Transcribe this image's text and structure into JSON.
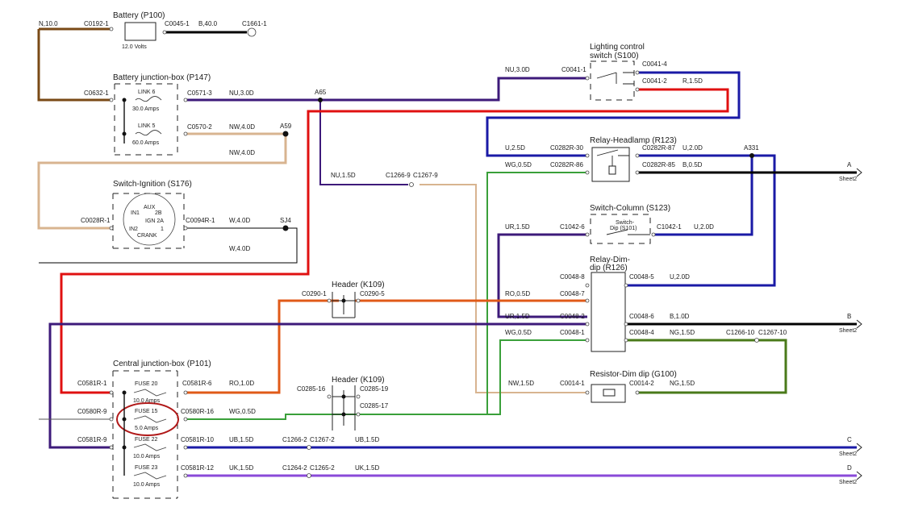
{
  "colors": {
    "brown": "#7a4a16",
    "navy": "#1a1aa6",
    "purple": "#3d1a7a",
    "red": "#e01010",
    "black": "#000000",
    "green": "#3aa03a",
    "darkgreen": "#4a7a1a",
    "orange": "#e05a18",
    "tan": "#d8b490",
    "lavender": "#8a4ad8",
    "grey": "#555555",
    "fuse_highlight": "#b01818"
  },
  "components": {
    "battery": {
      "title": "Battery (P100)",
      "volts": "12.0 Volts"
    },
    "bjb": {
      "title": "Battery junction-box (P147)",
      "link6": "LINK 6",
      "link6_amps": "30.0 Amps",
      "link5": "LINK 5",
      "link5_amps": "60.0 Amps"
    },
    "ignition": {
      "title": "Switch-Ignition (S176)",
      "aux": "AUX",
      "in1": "IN1",
      "p2b": "2B",
      "ign2a": "IGN 2A",
      "in2": "IN2",
      "p1": "1",
      "crank": "CRANK"
    },
    "lighting": {
      "title1": "Lighting control",
      "title2": "switch (S100)"
    },
    "relay_head": {
      "title": "Relay-Headlamp (R123)"
    },
    "col_switch": {
      "title": "Switch-Column (S123)",
      "inner1": "Switch-",
      "inner2": "Dip (S101)"
    },
    "dim_relay": {
      "title1": "Relay-Dim-",
      "title2": "dip (R126)"
    },
    "header1": {
      "title": "Header (K109)"
    },
    "header2": {
      "title": "Header (K109)"
    },
    "resistor": {
      "title": "Resistor-Dim dip (G100)"
    },
    "cjb": {
      "title": "Central junction-box (P101)",
      "fuse20": "FUSE 20",
      "fuse20_amps": "10.0 Amps",
      "fuse15": "FUSE 15",
      "fuse15_amps": "5.0 Amps",
      "fuse22": "FUSE 22",
      "fuse22_amps": "10.0 Amps",
      "fuse23": "FUSE 23",
      "fuse23_amps": "10.0 Amps"
    }
  },
  "labels": {
    "n10": "N,10.0",
    "c0192": "C0192-1",
    "c0045": "C0045-1",
    "b40": "B,40.0",
    "c1661": "C1661-1",
    "c0632": "C0632-1",
    "c0571": "C0571-3",
    "nu30a": "NU,3.0D",
    "a65": "A65",
    "c0570": "C0570-2",
    "nw40a": "NW,4.0D",
    "a59": "A59",
    "nw40b": "NW,4.0D",
    "nu15": "NU,1.5D",
    "c1266_9": "C1266-9",
    "c1267_9": "C1267-9",
    "c0028": "C0028R-1",
    "c0094": "C0094R-1",
    "w40a": "W,4.0D",
    "sj4": "SJ4",
    "w40b": "W,4.0D",
    "nu30b": "NU,3.0D",
    "c0041_1": "C0041-1",
    "c0041_4": "C0041-4",
    "c0041_2": "C0041-2",
    "r15": "R,1.5D",
    "u25": "U,2.5D",
    "c0282_30": "C0282R-30",
    "c0282_87": "C0282R-87",
    "u20a": "U,2.0D",
    "a331": "A331",
    "wg05a": "WG,0.5D",
    "c0282_86": "C0282R-86",
    "c0282_85": "C0282R-85",
    "b05": "B,0.5D",
    "a_letter": "A",
    "sheet2a": "Sheet2",
    "ur15a": "UR,1.5D",
    "c1042_6": "C1042-6",
    "c1042_1": "C1042-1",
    "u20b": "U,2.0D",
    "c0048_8": "C0048-8",
    "c0048_5": "C0048-5",
    "u20c": "U,2.0D",
    "c0290_1": "C0290-1",
    "c0290_5": "C0290-5",
    "ro05": "RO,0.5D",
    "c0048_7": "C0048-7",
    "ur15b": "UR,1.5D",
    "c0048_2": "C0048-2",
    "c0048_6": "C0048-6",
    "b10": "B,1.0D",
    "b_letter": "B",
    "sheet2b": "Sheet2",
    "wg05b": "WG,0.5D",
    "c0048_1": "C0048-1",
    "c0048_4": "C0048-4",
    "ng15a": "NG,1.5D",
    "c1266_10": "C1266-10",
    "c1267_10": "C1267-10",
    "nw15": "NW,1.5D",
    "c0014_1": "C0014-1",
    "c0014_2": "C0014-2",
    "ng15b": "NG,1.5D",
    "c0581_1": "C0581R-1",
    "c0581_6": "C0581R-6",
    "ro10": "RO,1.0D",
    "c0285_16": "C0285-16",
    "c0285_19": "C0285-19",
    "c0285_17": "C0285-17",
    "c0580_9": "C0580R-9",
    "c0580_16": "C0580R-16",
    "wg05c": "WG,0.5D",
    "c0581_9": "C0581R-9",
    "c0581_10": "C0581R-10",
    "ub15a": "UB,1.5D",
    "c1266_2": "C1266-2",
    "c1267_2": "C1267-2",
    "ub15b": "UB,1.5D",
    "c_letter": "C",
    "sheet2c": "Sheet2",
    "c0581_12": "C0581R-12",
    "uk15a": "UK,1.5D",
    "c1264_2": "C1264-2",
    "c1265_2": "C1265-2",
    "uk15b": "UK,1.5D",
    "d_letter": "D",
    "sheet2d": "Sheet2"
  }
}
